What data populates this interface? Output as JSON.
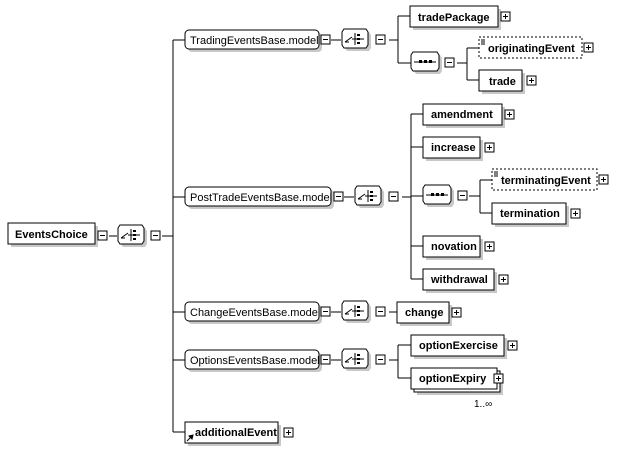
{
  "root": {
    "label": "EventsChoice"
  },
  "groups": {
    "trading": {
      "label": "TradingEventsBase.model"
    },
    "posttrade": {
      "label": "PostTradeEventsBase.model"
    },
    "change": {
      "label": "ChangeEventsBase.model"
    },
    "options": {
      "label": "OptionsEventsBase.model"
    }
  },
  "elements": {
    "tradePackage": "tradePackage",
    "originatingEvent": "originatingEvent",
    "trade": "trade",
    "amendment": "amendment",
    "increase": "increase",
    "terminatingEvent": "terminatingEvent",
    "termination": "termination",
    "novation": "novation",
    "withdrawal": "withdrawal",
    "change": "change",
    "optionExercise": "optionExercise",
    "optionExpiry": "optionExpiry",
    "additionalEvent": "additionalEvent"
  },
  "annotations": {
    "optionExpiry_cardinality": "1..∞"
  },
  "colors": {
    "stroke": "#000000",
    "shadow": "#c8c8c8",
    "background": "#ffffff"
  }
}
